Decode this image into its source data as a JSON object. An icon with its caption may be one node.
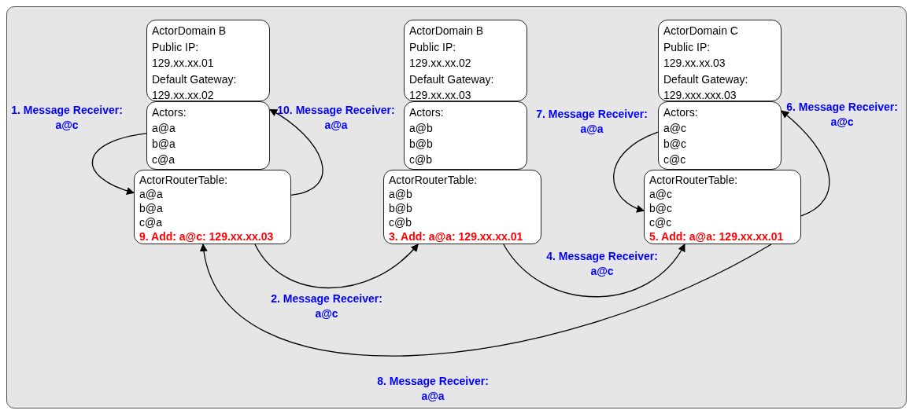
{
  "diagram": {
    "nodes": [
      {
        "text": [
          "ActorDomain B",
          "Public IP:",
          "129.xx.xx.01",
          "Default Gateway:",
          "129.xx.xx.02"
        ]
      },
      {
        "text": [
          "Actors:",
          "a@a",
          "b@a",
          "c@a"
        ]
      },
      {
        "text": [
          "ActorRouterTable:",
          "a@a",
          "b@a",
          "c@a",
          "**9. Add: a@c: 129.xx.xx.03**"
        ]
      },
      {
        "text": [
          "ActorDomain B",
          "Public IP:",
          "129.xx.xx.02",
          "Default Gateway:",
          "129.xx.xx.03"
        ]
      },
      {
        "text": [
          "Actors:",
          "a@b",
          "b@b",
          "c@b"
        ]
      },
      {
        "text": [
          "ActorRouterTable:",
          "a@b",
          "b@b",
          "c@b",
          "**3. Add: a@a: 129.xx.xx.01**"
        ]
      },
      {
        "text": [
          "ActorDomain C",
          "Public IP:",
          "129.xx.xx.03",
          "Default Gateway:",
          "129.xxx.xxx.03"
        ]
      },
      {
        "text": [
          "Actors:",
          "a@c",
          "b@c",
          "c@c"
        ]
      },
      {
        "text": [
          "ActorRouterTable:",
          "a@c",
          "b@c",
          "c@c",
          "**5. Add: a@a: 129.xx.xx.01**"
        ]
      }
    ],
    "edges": [
      {
        "from": 1,
        "to": 2,
        "arrow": "to",
        "label": "1. Message Receiver: a@c"
      },
      {
        "from": 2,
        "to": 5,
        "arrow": "to",
        "label": "2. Message Receiver: a@c"
      },
      {
        "from": 5,
        "to": 8,
        "arrow": "to",
        "label": "4. Message Receiver: a@c"
      },
      {
        "from": 8,
        "to": 7,
        "arrow": "to",
        "label": "6. Message Receiver: a@c"
      },
      {
        "from": 7,
        "to": 8,
        "arrow": "to",
        "label": "7. Message Receiver: a@a"
      },
      {
        "from": 8,
        "to": 2,
        "arrow": "to",
        "label": "8. Message Receiver: a@a"
      },
      {
        "from": 2,
        "to": 1,
        "arrow": "to",
        "label": "10. Message Receiver: a@a"
      }
    ]
  }
}
